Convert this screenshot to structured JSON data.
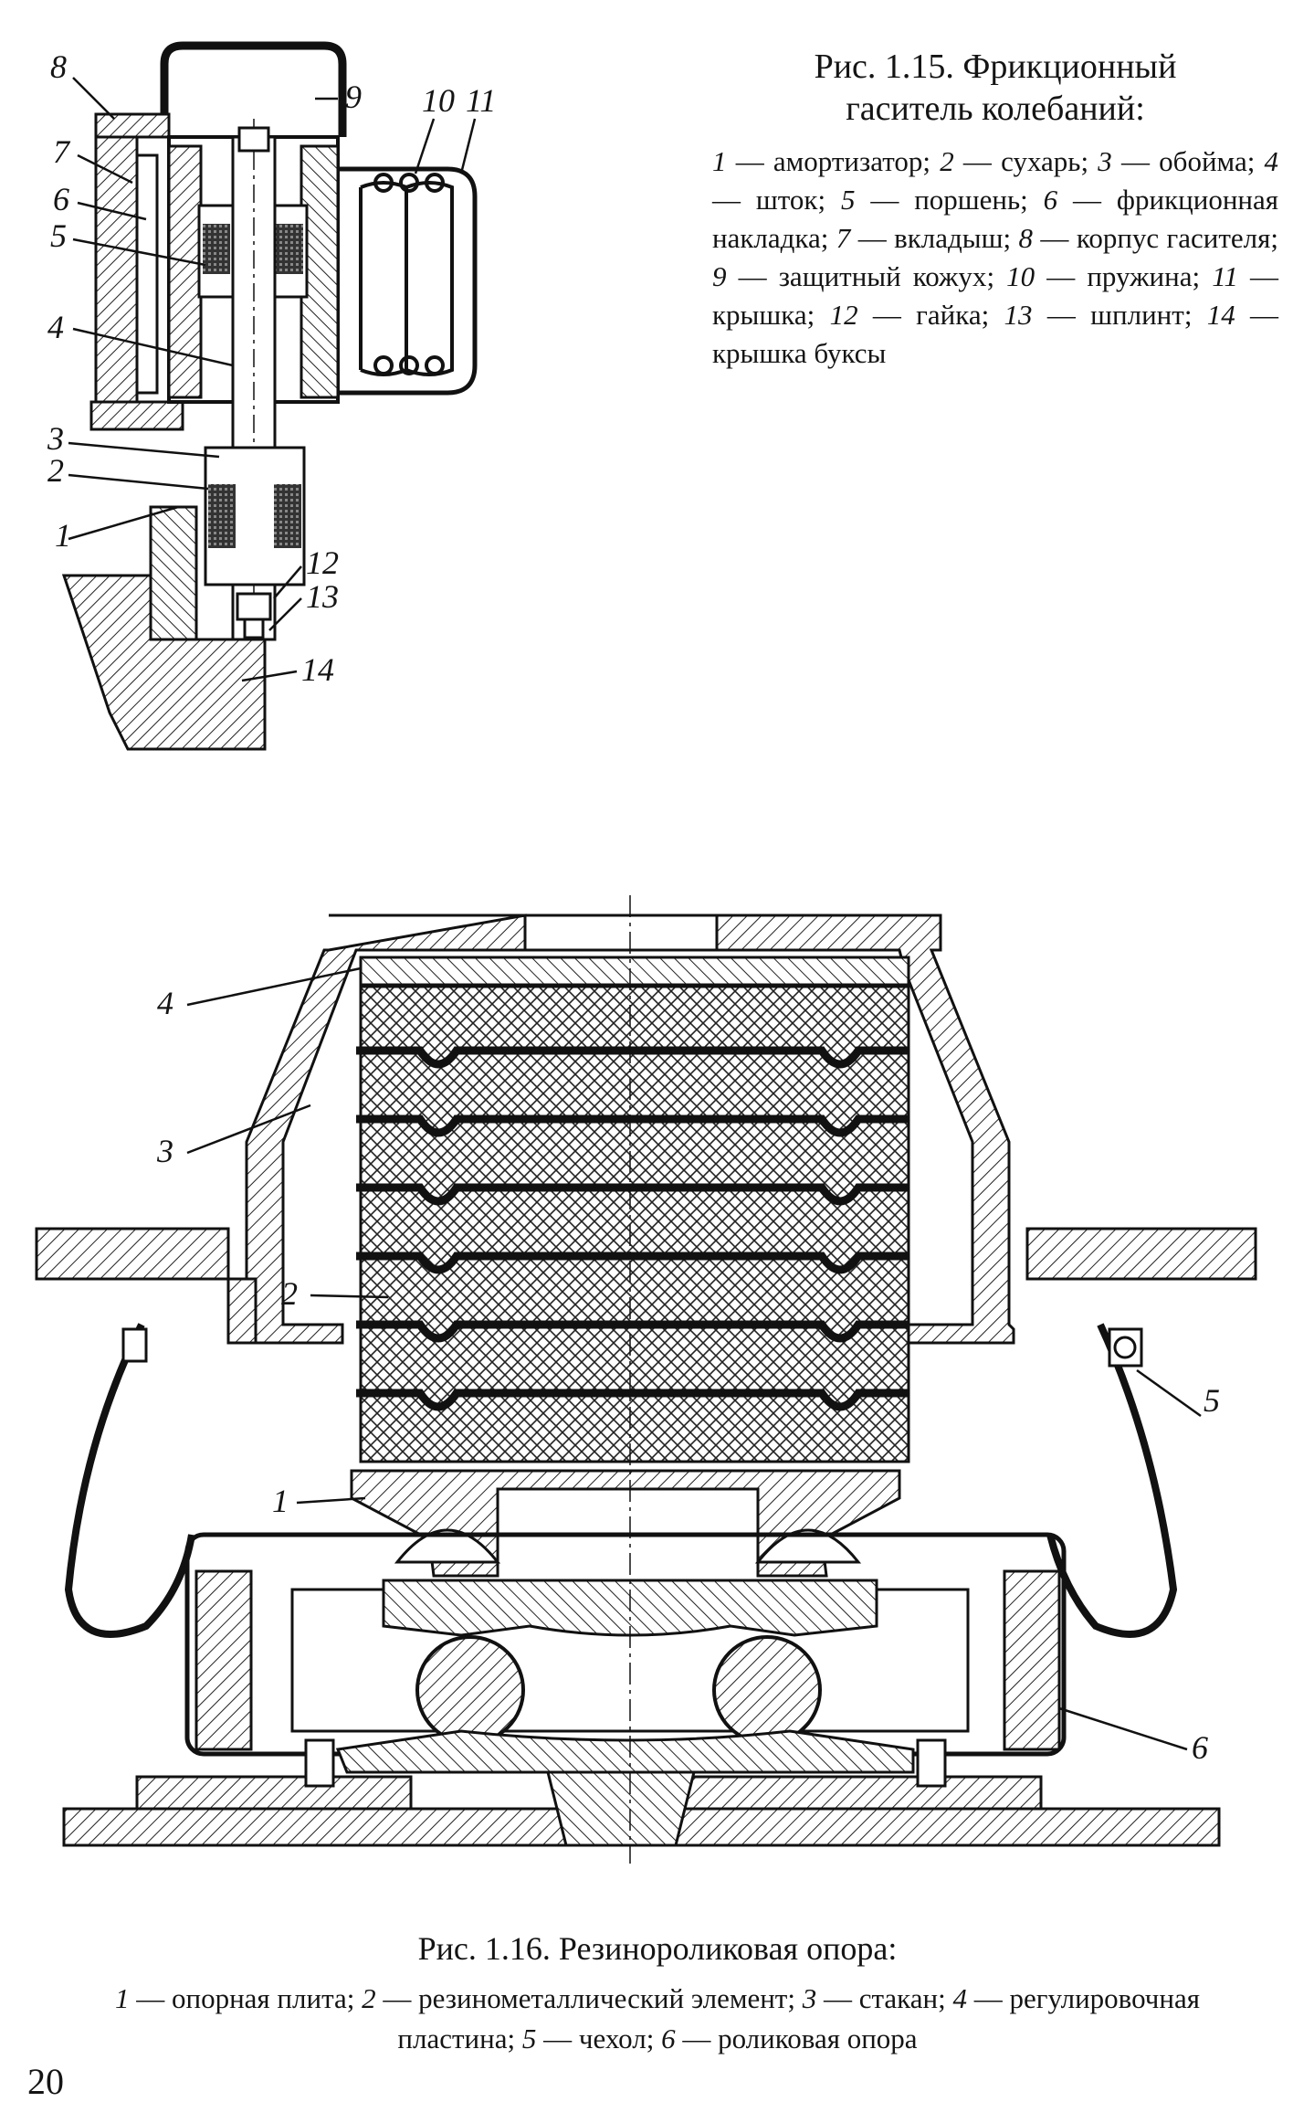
{
  "figure_1_15": {
    "caption_line1": "Рис. 1.15. Фрикционный",
    "caption_line2": "гаситель колебаний:",
    "legend": [
      {
        "n": "1",
        "text": "амортизатор"
      },
      {
        "n": "2",
        "text": "сухарь"
      },
      {
        "n": "3",
        "text": "обойма"
      },
      {
        "n": "4",
        "text": "шток"
      },
      {
        "n": "5",
        "text": "поршень"
      },
      {
        "n": "6",
        "text": "фрикционная накладка"
      },
      {
        "n": "7",
        "text": "вкладыш"
      },
      {
        "n": "8",
        "text": "корпус гасителя"
      },
      {
        "n": "9",
        "text": "защитный кожух"
      },
      {
        "n": "10",
        "text": "пружина"
      },
      {
        "n": "11",
        "text": "крышка"
      },
      {
        "n": "12",
        "text": "гайка"
      },
      {
        "n": "13",
        "text": "шплинт"
      },
      {
        "n": "14",
        "text": "крышка буксы"
      }
    ],
    "callouts": [
      "8",
      "9",
      "10",
      "11",
      "7",
      "6",
      "5",
      "4",
      "3",
      "2",
      "1",
      "12",
      "13",
      "14"
    ]
  },
  "figure_1_16": {
    "caption_title": "Рис. 1.16. Резинороликовая опора:",
    "legend": [
      {
        "n": "1",
        "text": "опорная плита"
      },
      {
        "n": "2",
        "text": "резинометаллический элемент"
      },
      {
        "n": "3",
        "text": "стакан"
      },
      {
        "n": "4",
        "text": "регулировочная пластина"
      },
      {
        "n": "5",
        "text": "чехол"
      },
      {
        "n": "6",
        "text": "роликовая опора"
      }
    ],
    "callouts": [
      "4",
      "3",
      "2",
      "1",
      "5",
      "6"
    ]
  },
  "page_number": "20"
}
